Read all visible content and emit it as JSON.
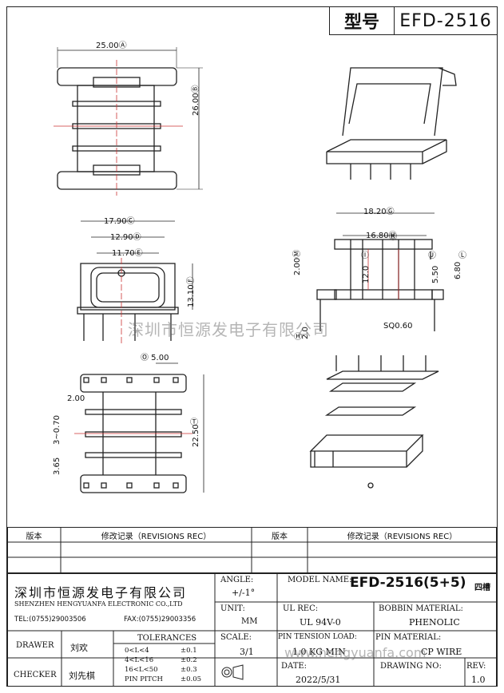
{
  "title_block": {
    "model_label": "型号",
    "model_value": "EFD-2516"
  },
  "drawing": {
    "top_view": {
      "width_dim": "25.00Ⓐ",
      "height_dim": "26.00Ⓑ"
    },
    "front_view": {
      "dim_c": "17.90Ⓒ",
      "dim_d": "12.90Ⓓ",
      "dim_e": "11.70Ⓔ",
      "dim_f": "13.10Ⓕ"
    },
    "side_view": {
      "dim_g": "18.20Ⓖ",
      "dim_h": "16.80Ⓗ",
      "dim_i": "Ⓘ",
      "dim_j": "Ⓙ",
      "dim_k": "Ⓚ",
      "dim_l": "Ⓛ",
      "dim_m": "2.00Ⓜ",
      "dim_n": "12.0",
      "dim_o": "5.50",
      "dim_p": "6.80",
      "sq": "SQ0.60",
      "dim_h2": "Ⓗ",
      "dim_2": "2.0"
    },
    "bottom_view": {
      "pitch": "Ⓞ 5.00",
      "dim_2": "2.00",
      "dim_3": "3~0.70",
      "dim_365": "3.65",
      "dim_2250": "22.50",
      "dim_t": "Ⓣ"
    }
  },
  "watermark": "深圳市恒源发电子有限公司",
  "watermark2": "www.hengyuanfa.com",
  "revisions": {
    "headers": [
      "版本",
      "修改记录（REVISIONS REC）",
      "版本",
      "修改记录（REVISIONS REC）"
    ]
  },
  "company": {
    "name_cn": "深圳市恒源发电子有限公司",
    "name_en": "SHENZHEN HENGYUANFA ELECTRONIC CO.,LTD",
    "tel": "TEL:(0755)29003506",
    "fax": "FAX:(0755)29003356"
  },
  "info": {
    "angle_label": "ANGLE:",
    "angle_value": "+/-1°",
    "model_label": "MODEL NAME:",
    "model_value": "EFD-2516(5+5)",
    "model_suffix": "四槽",
    "unit_label": "UNIT:",
    "unit_value": "MM",
    "ul_label": "UL REC:",
    "ul_value": "UL 94V-0",
    "bobbin_label": "BOBBIN MATERIAL:",
    "bobbin_value": "PHENOLIC",
    "scale_label": "SCALE:",
    "scale_value": "3/1",
    "pin_tension_label": "PIN TENSION LOAD:",
    "pin_tension_value": "1.0 KG MIN",
    "pin_material_label": "PIN MATERIAL:",
    "pin_material_value": "CP WIRE",
    "date_label": "DATE:",
    "date_value": "2022/5/31",
    "drawing_no_label": "DRAWING NO:",
    "rev_label": "REV:",
    "rev_value": "1.0"
  },
  "people": {
    "drawer_label": "DRAWER",
    "drawer_value": "刘欢",
    "checker_label": "CHECKER",
    "checker_value": "刘先棋"
  },
  "tolerances": {
    "title": "TOLERANCES",
    "rows": [
      [
        "0<L<4",
        "±0.1"
      ],
      [
        "4<L<16",
        "±0.2"
      ],
      [
        "16<L<50",
        "±0.3"
      ],
      [
        "PIN PITCH",
        "±0.05"
      ]
    ]
  }
}
